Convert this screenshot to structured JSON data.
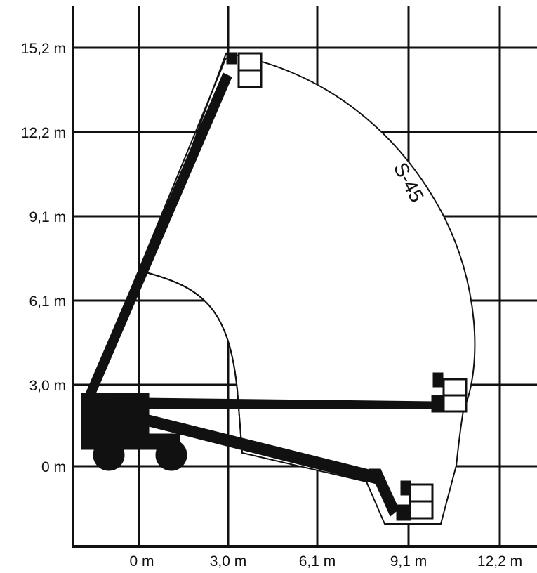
{
  "chart_data": {
    "type": "diagram",
    "x_ticks": [
      "0 m",
      "3,0 m",
      "6,1 m",
      "9,1 m",
      "12,2 m"
    ],
    "y_ticks": [
      "15,2 m",
      "12,2 m",
      "9,1 m",
      "6,1 m",
      "3,0 m",
      "0 m"
    ],
    "envelope_label": "S-45",
    "colors": {
      "ink": "#111111",
      "grid": "#111111",
      "background": "#ffffff"
    }
  }
}
